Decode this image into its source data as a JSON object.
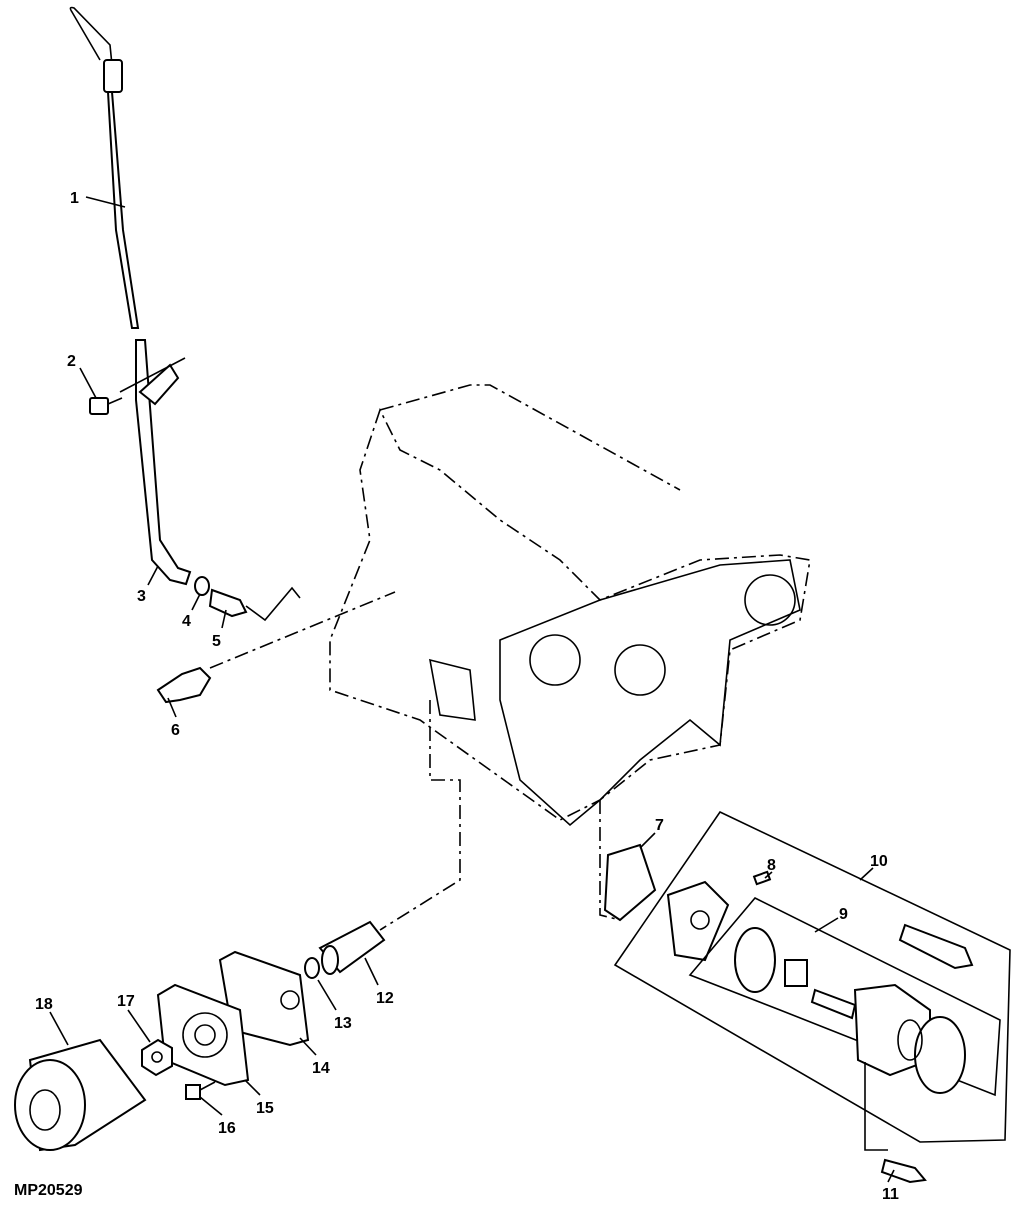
{
  "figure_id": "MP20529",
  "callouts": [
    "1",
    "2",
    "3",
    "4",
    "5",
    "6",
    "7",
    "8",
    "9",
    "10",
    "11",
    "12",
    "13",
    "14",
    "15",
    "16",
    "17",
    "18"
  ]
}
